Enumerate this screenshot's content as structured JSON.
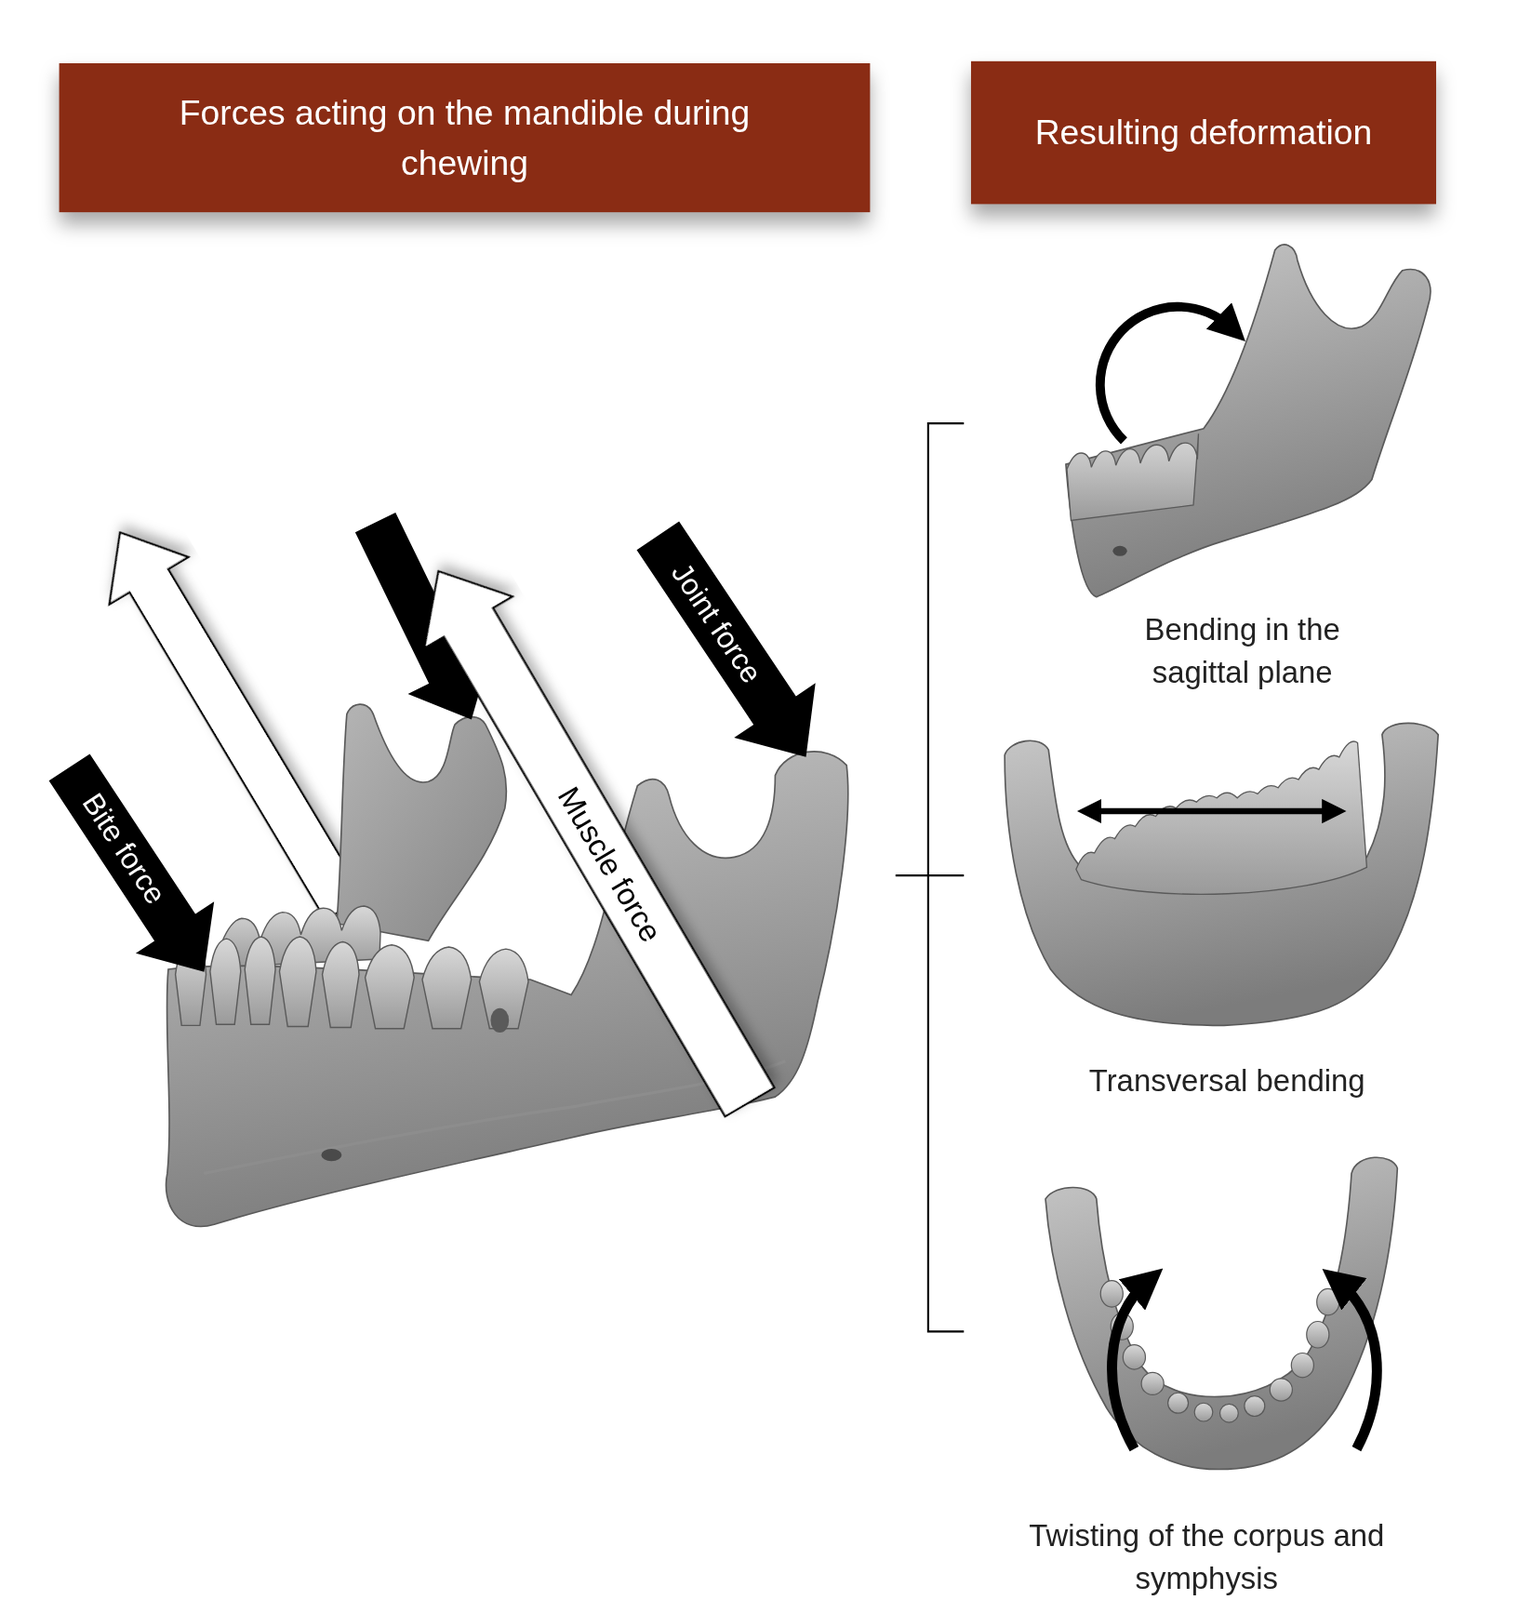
{
  "diagram": {
    "nodes": [
      {
        "text": [
          "Forces acting on the mandible during chewing"
        ]
      },
      {
        "text": [
          "Resulting deformation"
        ]
      }
    ],
    "edges": [],
    "labels": [
      "Bite force",
      "Muscle force",
      "Joint force",
      "Bending in the sagittal plane",
      "Transversal bending",
      "Twisting of the corpus and symphysis"
    ]
  }
}
